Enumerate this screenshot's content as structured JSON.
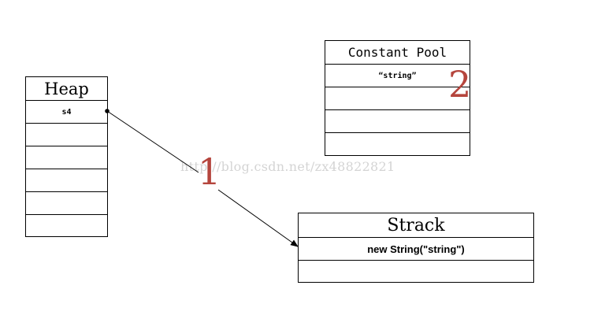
{
  "heap": {
    "title": "Heap",
    "cells": [
      "s4",
      "",
      "",
      "",
      "",
      ""
    ]
  },
  "constant_pool": {
    "title": "Constant Pool",
    "cells": [
      "“string”",
      "",
      "",
      ""
    ]
  },
  "strack": {
    "title": "Strack",
    "cells": [
      "new String(\"string\")",
      ""
    ]
  },
  "steps": {
    "one": "1",
    "two": "2"
  },
  "watermark": "http://blog.csdn.net/zx48822821",
  "colors": {
    "step_label": "#b5453d",
    "line": "#000000",
    "watermark": "#d4d4d4"
  }
}
